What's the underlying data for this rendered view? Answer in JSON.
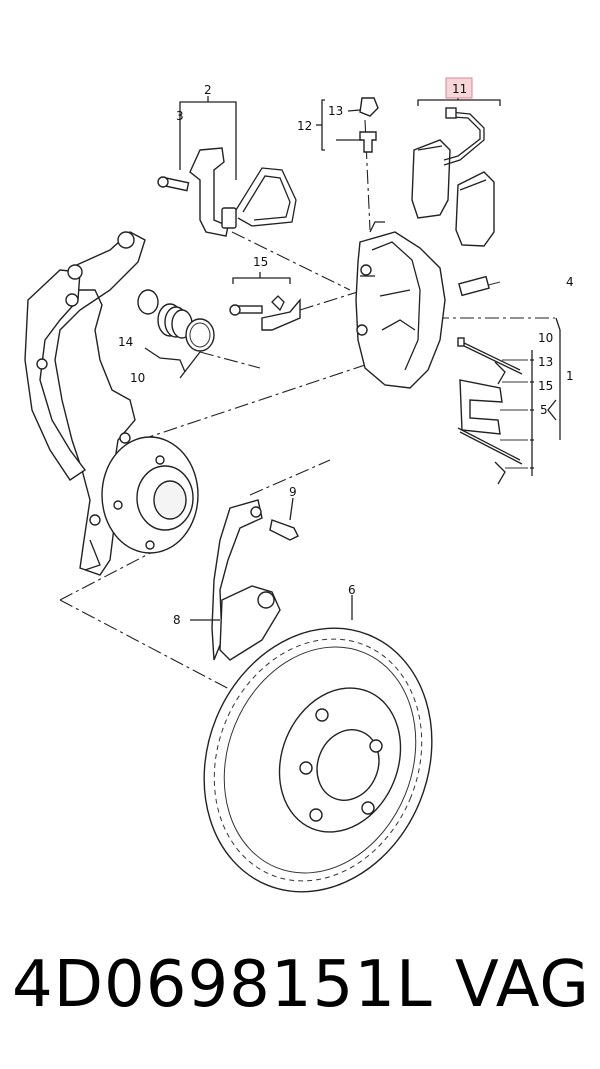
{
  "callouts": {
    "c1": "1",
    "c2": "2",
    "c3": "3",
    "c4": "4",
    "c5": "5",
    "c6": "6",
    "c8": "8",
    "c9": "9",
    "c10a": "10",
    "c10b": "10",
    "c11": "11",
    "c12": "12",
    "c13a": "13",
    "c13b": "13",
    "c14": "14",
    "c15a": "15",
    "c15b": "15"
  },
  "highlight_callout": "11",
  "colors": {
    "highlight_fill": "#f7d6da",
    "highlight_border": "#d98a93",
    "line": "#222222"
  },
  "footer": {
    "part_number": "4D0698151L",
    "brand": "VAG"
  }
}
